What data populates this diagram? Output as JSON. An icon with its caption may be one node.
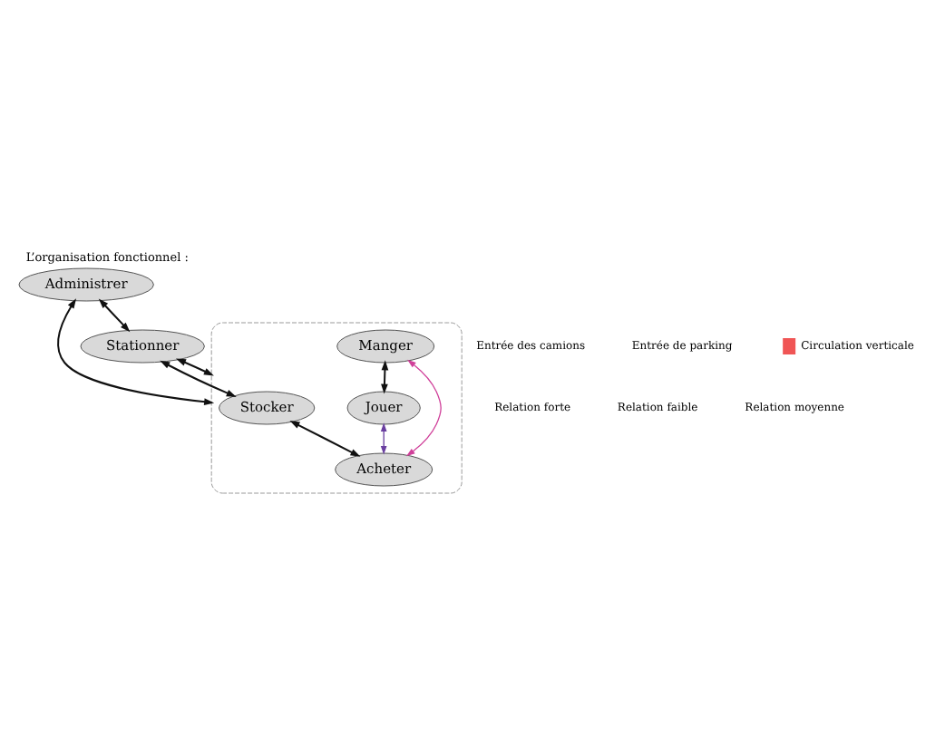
{
  "diagram": {
    "title": "L’organisation fonctionnel :",
    "nodes": [
      {
        "text": [
          "Administrer"
        ]
      },
      {
        "text": [],
        "shape": "cloud"
      },
      {
        "text": [
          "Stocker"
        ],
        "in": 1
      },
      {
        "text": [
          "Stationner"
        ]
      },
      {
        "text": [
          "Acheter"
        ],
        "in": 1
      },
      {
        "text": [
          "Manger"
        ],
        "in": 1
      },
      {
        "text": [
          "Jouer"
        ],
        "in": 1
      }
    ],
    "edges": [
      {
        "from": 0,
        "to": 1,
        "arrow": "both"
      },
      {
        "from": 0,
        "to": 3,
        "arrow": "both"
      },
      {
        "from": 3,
        "to": 2,
        "arrow": "both"
      },
      {
        "from": 2,
        "to": 4,
        "arrow": "both"
      },
      {
        "from": 3,
        "to": 1,
        "arrow": "both"
      },
      {
        "from": 5,
        "to": 6,
        "arrow": "both"
      },
      {
        "from": 5,
        "to": 4,
        "arrow": "both",
        "color": "#d0409a"
      },
      {
        "from": 6,
        "to": 4,
        "arrow": "both",
        "color": "#6a3fa0"
      }
    ],
    "legend": [
      {
        "text": "Entrée des camions"
      },
      {
        "text": "Entrée de parking"
      },
      {
        "text": "Circulation verticale",
        "color": "#f05555"
      },
      {
        "text": "Relation forte"
      },
      {
        "text": "Relation faible"
      },
      {
        "text": "Relation moyenne"
      }
    ]
  }
}
